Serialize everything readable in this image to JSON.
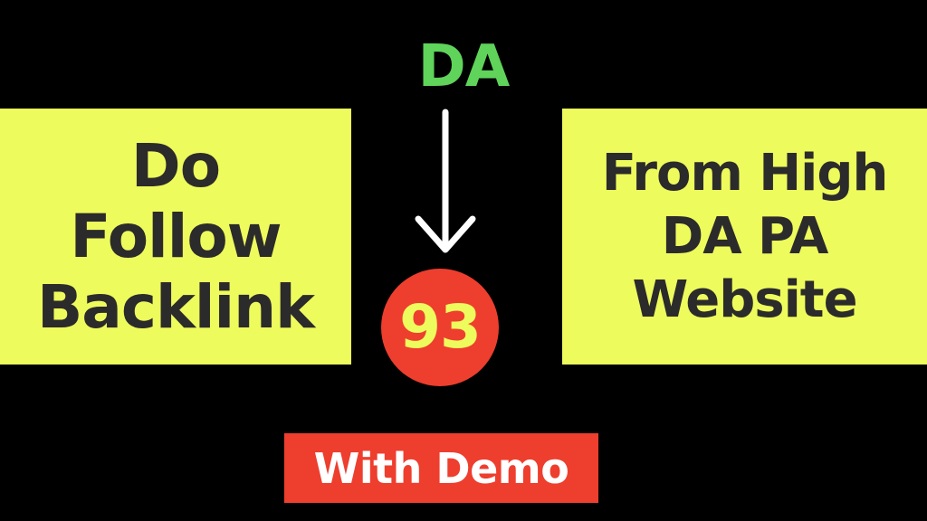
{
  "colors": {
    "background": "#000000",
    "panel": "#eefb5c",
    "panel_text": "#2b2b2b",
    "da_label": "#5fd35a",
    "accent_red": "#ee3e2e",
    "badge_text": "#eefb5c",
    "demo_text": "#ffffff",
    "arrow": "#ffffff"
  },
  "left_panel": {
    "lines": [
      "Do",
      "Follow",
      "Backlink"
    ]
  },
  "right_panel": {
    "lines": [
      "From High",
      "DA PA",
      "Website"
    ]
  },
  "center": {
    "label": "DA",
    "arrow_icon": "arrow-down-icon",
    "badge_value": "93"
  },
  "footer": {
    "demo_label": "With Demo"
  }
}
